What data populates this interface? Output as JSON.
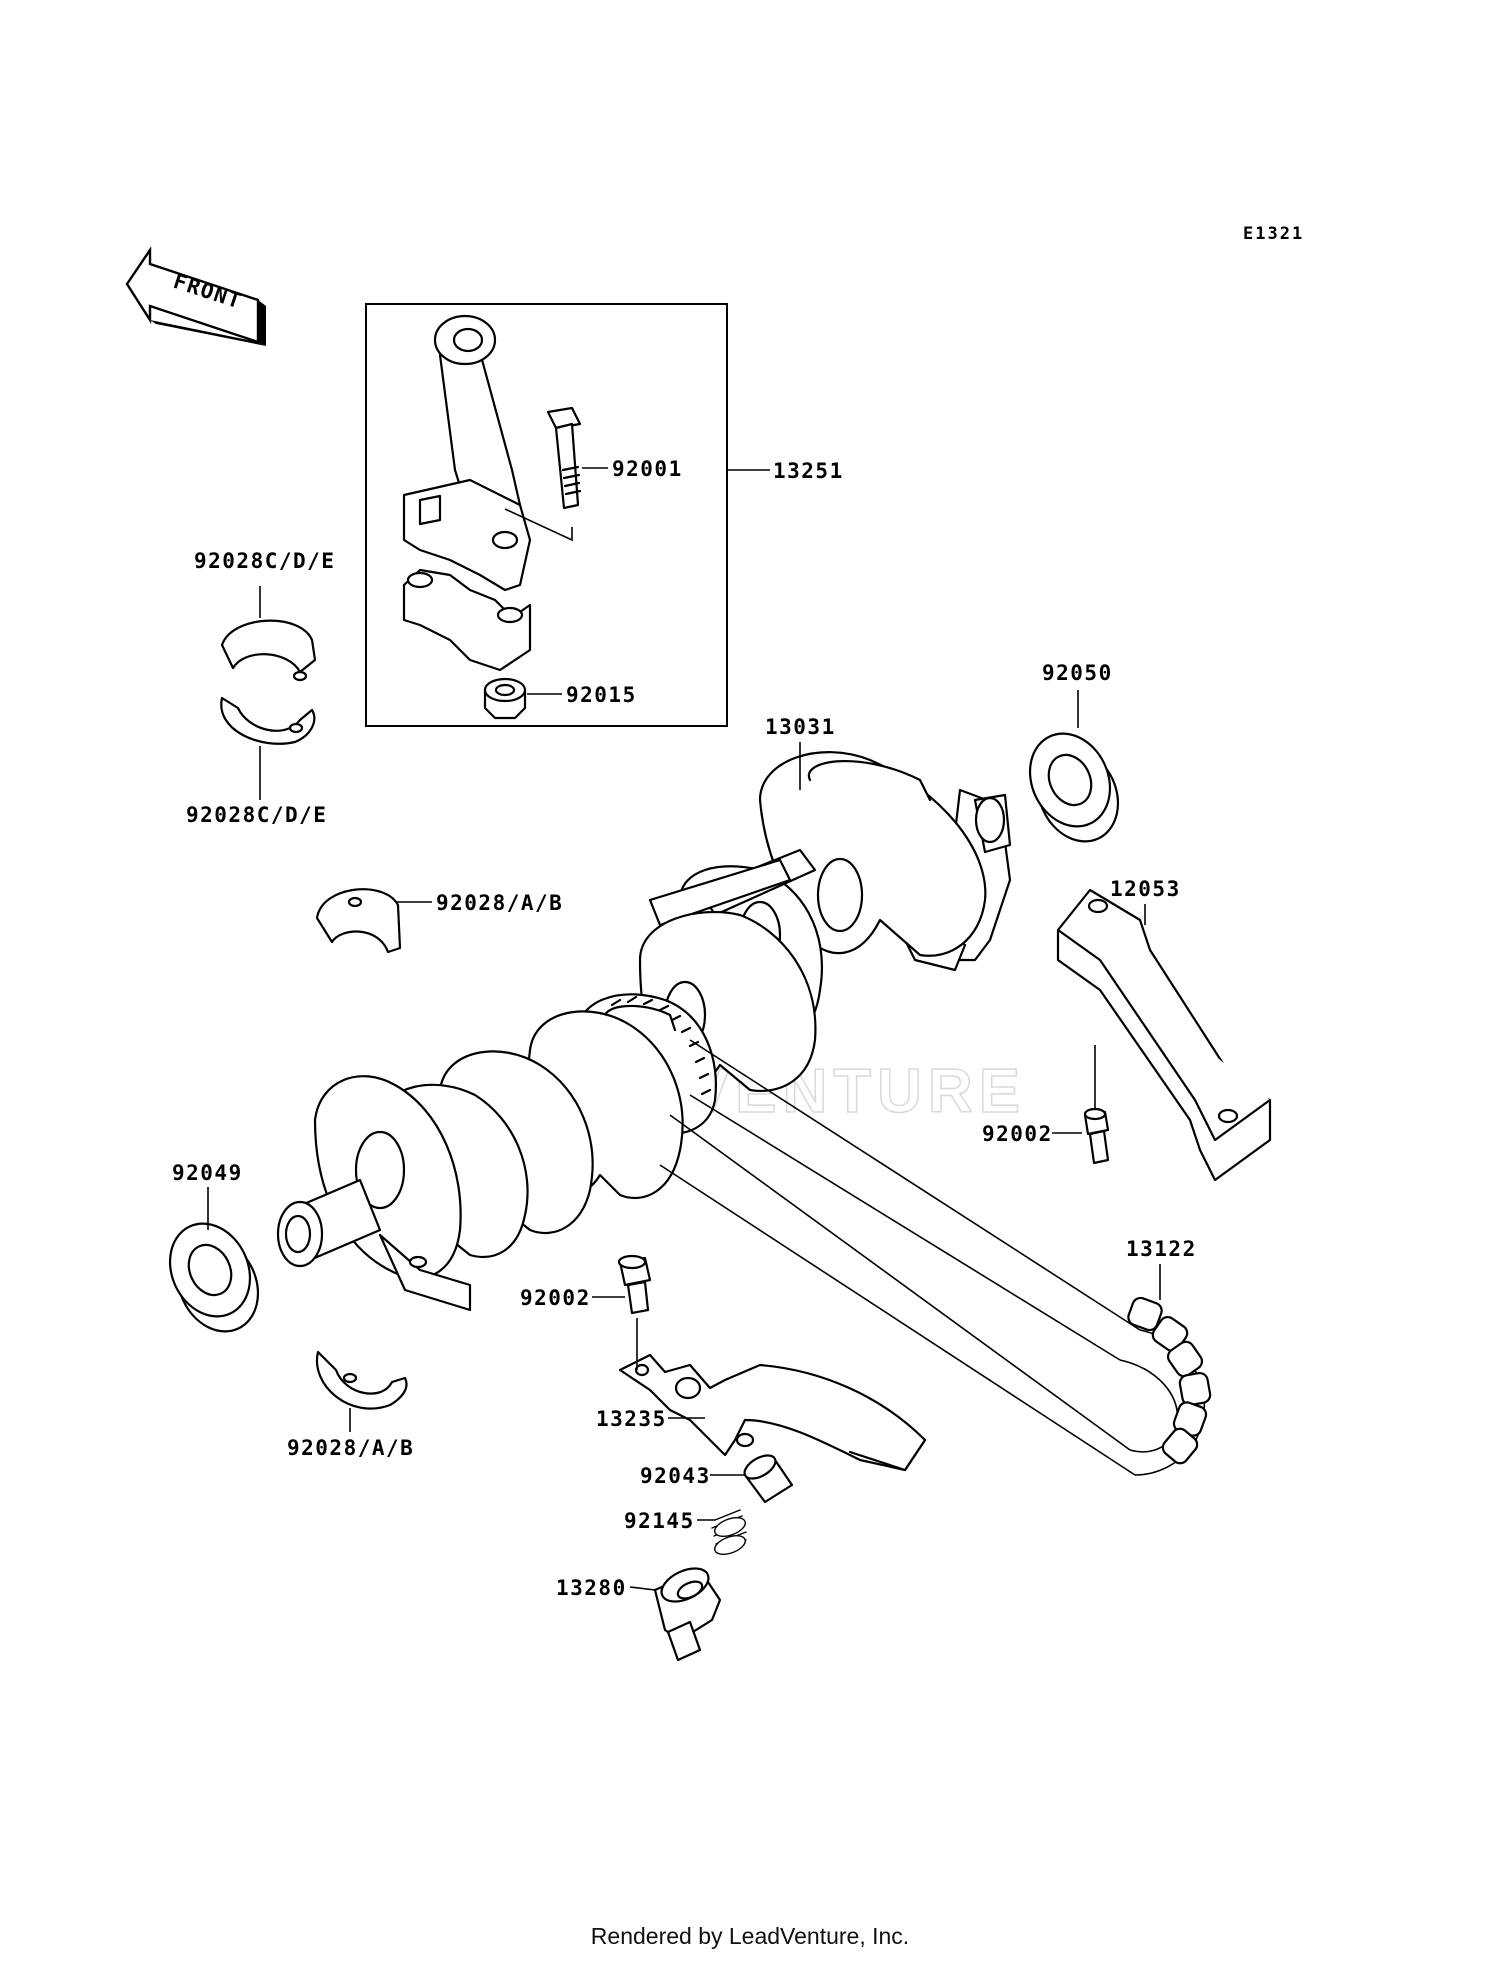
{
  "diagram_code": "E1321",
  "front_label": "FRONT",
  "watermark": "LEADVENTURE",
  "footer": "Rendered by LeadVenture, Inc.",
  "parts": {
    "p13251": "13251",
    "p92001": "92001",
    "p92015": "92015",
    "p92028cde_upper": "92028C/D/E",
    "p92028cde_lower": "92028C/D/E",
    "p92028ab_upper": "92028/A/B",
    "p92028ab_lower": "92028/A/B",
    "p92050": "92050",
    "p13031": "13031",
    "p12053": "12053",
    "p92002_upper": "92002",
    "p92002_lower": "92002",
    "p92049": "92049",
    "p13122": "13122",
    "p13235": "13235",
    "p92043": "92043",
    "p92145": "92145",
    "p13280": "13280"
  }
}
